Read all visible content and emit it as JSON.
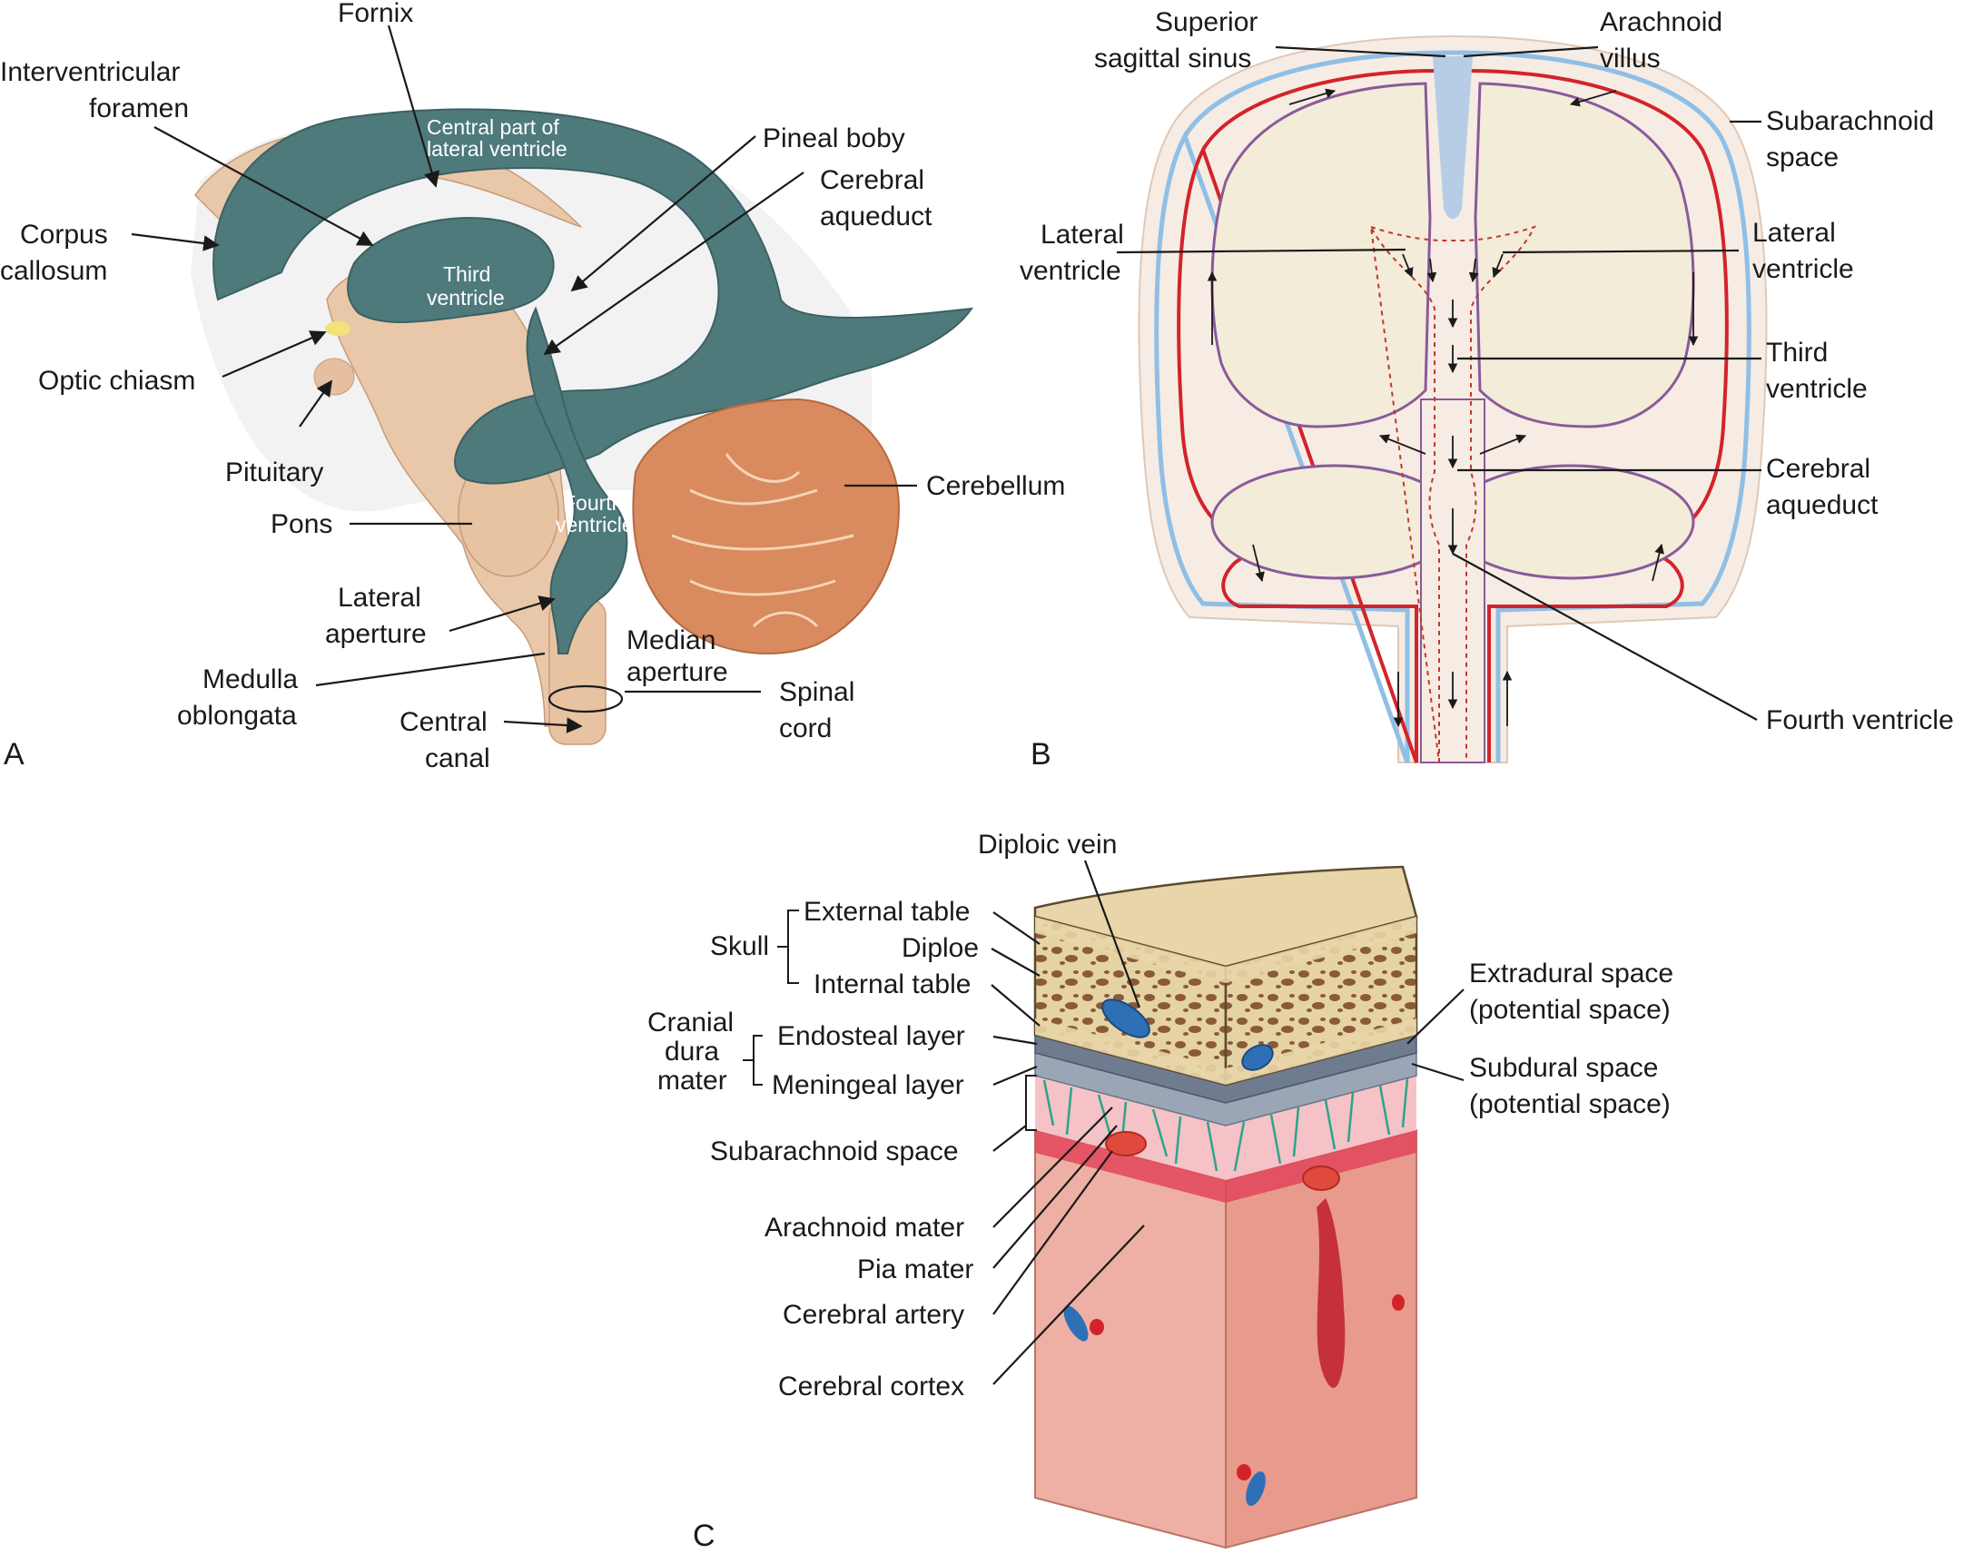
{
  "panel_a": {
    "letter": "A",
    "in_labels": {
      "central_part_1": "Central part of",
      "central_part_2": "lateral ventricle",
      "third_1": "Third",
      "third_2": "ventricle",
      "fourth_1": "Fourth",
      "fourth_2": "ventricle"
    },
    "labels": {
      "fornix": "Fornix",
      "interventricular_1": "Interventricular",
      "interventricular_2": "foramen",
      "corpus_1": "Corpus",
      "corpus_2": "callosum",
      "optic_chiasm": "Optic chiasm",
      "pituitary": "Pituitary",
      "pons": "Pons",
      "lateral_aperture_1": "Lateral",
      "lateral_aperture_2": "aperture",
      "medulla_1": "Medulla",
      "medulla_2": "oblongata",
      "central_canal_1": "Central",
      "central_canal_2": "canal",
      "pineal": "Pineal boby",
      "cerebral_aqueduct_1": "Cerebral",
      "cerebral_aqueduct_2": "aqueduct",
      "cerebellum": "Cerebellum",
      "median_aperture_1": "Median",
      "median_aperture_2": "aperture",
      "spinal_cord_1": "Spinal",
      "spinal_cord_2": "cord"
    }
  },
  "panel_b": {
    "letter": "B",
    "labels": {
      "superior_1": "Superior",
      "superior_2": "sagittal sinus",
      "arachnoid_villus_1": "Arachnoid",
      "arachnoid_villus_2": "villus",
      "subarachnoid_1": "Subarachnoid",
      "subarachnoid_2": "space",
      "lat_vent_left_1": "Lateral",
      "lat_vent_left_2": "ventricle",
      "lat_vent_right_1": "Lateral",
      "lat_vent_right_2": "ventricle",
      "third_1": "Third",
      "third_2": "ventricle",
      "aqueduct_1": "Cerebral",
      "aqueduct_2": "aqueduct",
      "fourth": "Fourth ventricle"
    }
  },
  "panel_c": {
    "letter": "C",
    "labels": {
      "diploic_vein": "Diploic vein",
      "skull": "Skull",
      "external_table": "External table",
      "diploe": "Diploe",
      "internal_table": "Internal table",
      "cranial_1": "Cranial",
      "cranial_2": "dura",
      "cranial_3": "mater",
      "endosteal": "Endosteal layer",
      "meningeal": "Meningeal layer",
      "subarachnoid_space": "Subarachnoid space",
      "arachnoid_mater": "Arachnoid mater",
      "pia_mater": "Pia mater",
      "cerebral_artery": "Cerebral artery",
      "cerebral_cortex": "Cerebral cortex",
      "extradural_1": "Extradural space",
      "extradural_2": "(potential space)",
      "subdural_1": "Subdural space",
      "subdural_2": "(potential space)"
    }
  },
  "colors": {
    "ventricle": "#4e7a7c",
    "brain_tissue": "#f3ecd9",
    "csf_blue": "#8fbfe6",
    "dura_red": "#d3232a",
    "pia_purple": "#8a5a9a",
    "cerebellum": "#d98a5e",
    "bone": "#e8d6aa",
    "cortex": "#eeb0a4"
  }
}
